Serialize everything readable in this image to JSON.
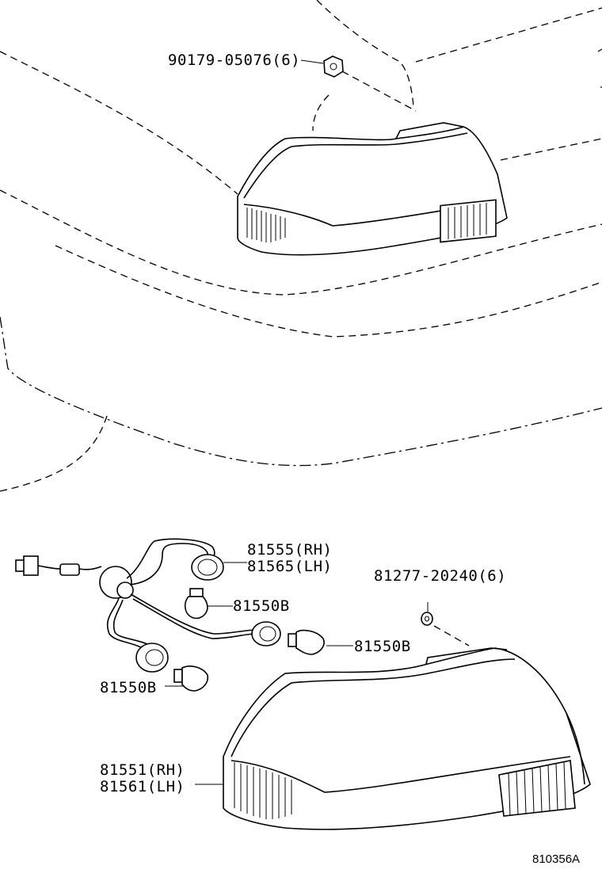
{
  "labels": {
    "nut": "90179-05076(6)",
    "socket_rh": "81555(RH)",
    "socket_lh": "81565(LH)",
    "bulb_1": "81550B",
    "bulb_2": "81550B",
    "bulb_3": "81550B",
    "gasket": "81277-20240(6)",
    "lamp_rh": "81551(RH)",
    "lamp_lh": "81561(LH)"
  },
  "diagram_ref": "810356A"
}
